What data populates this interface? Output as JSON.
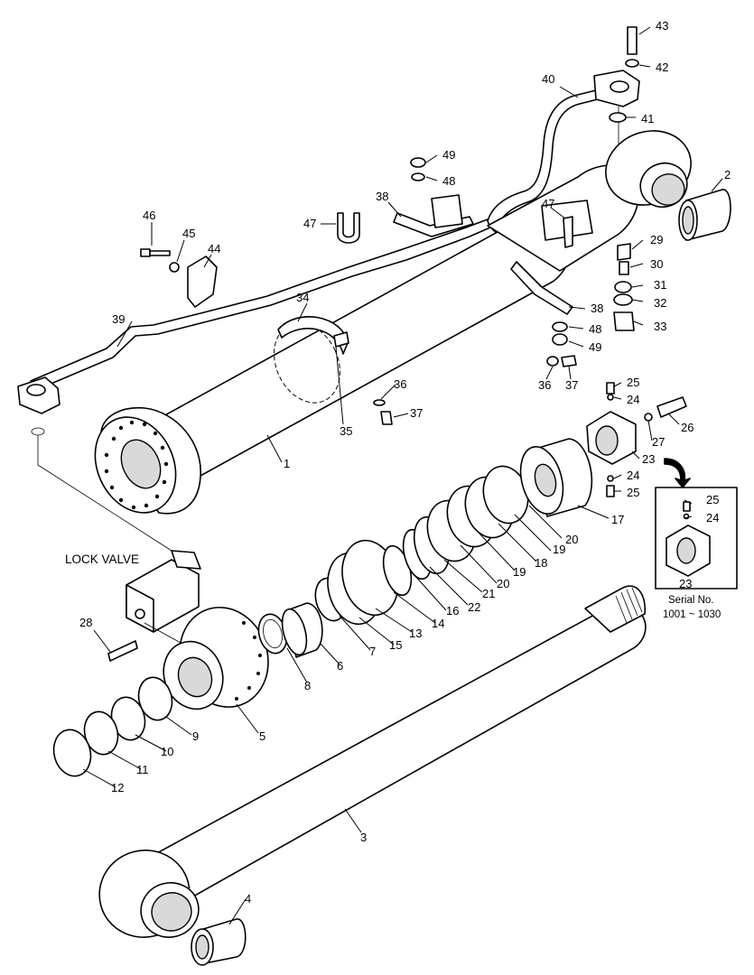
{
  "lock_valve_label": "LOCK VALVE",
  "inset": {
    "line1": "Serial No.",
    "line2": "1001 ~ 1030"
  },
  "callouts": [
    "1",
    "2",
    "3",
    "4",
    "5",
    "6",
    "7",
    "8",
    "9",
    "10",
    "11",
    "12",
    "13",
    "14",
    "15",
    "16",
    "17",
    "18",
    "19",
    "19",
    "20",
    "20",
    "21",
    "22",
    "23",
    "23",
    "24",
    "24",
    "24",
    "25",
    "25",
    "25",
    "26",
    "27",
    "28",
    "29",
    "30",
    "31",
    "32",
    "33",
    "34",
    "35",
    "36",
    "36",
    "37",
    "37",
    "38",
    "38",
    "39",
    "40",
    "41",
    "42",
    "43",
    "44",
    "45",
    "46",
    "47",
    "47",
    "48",
    "48",
    "49",
    "49"
  ]
}
